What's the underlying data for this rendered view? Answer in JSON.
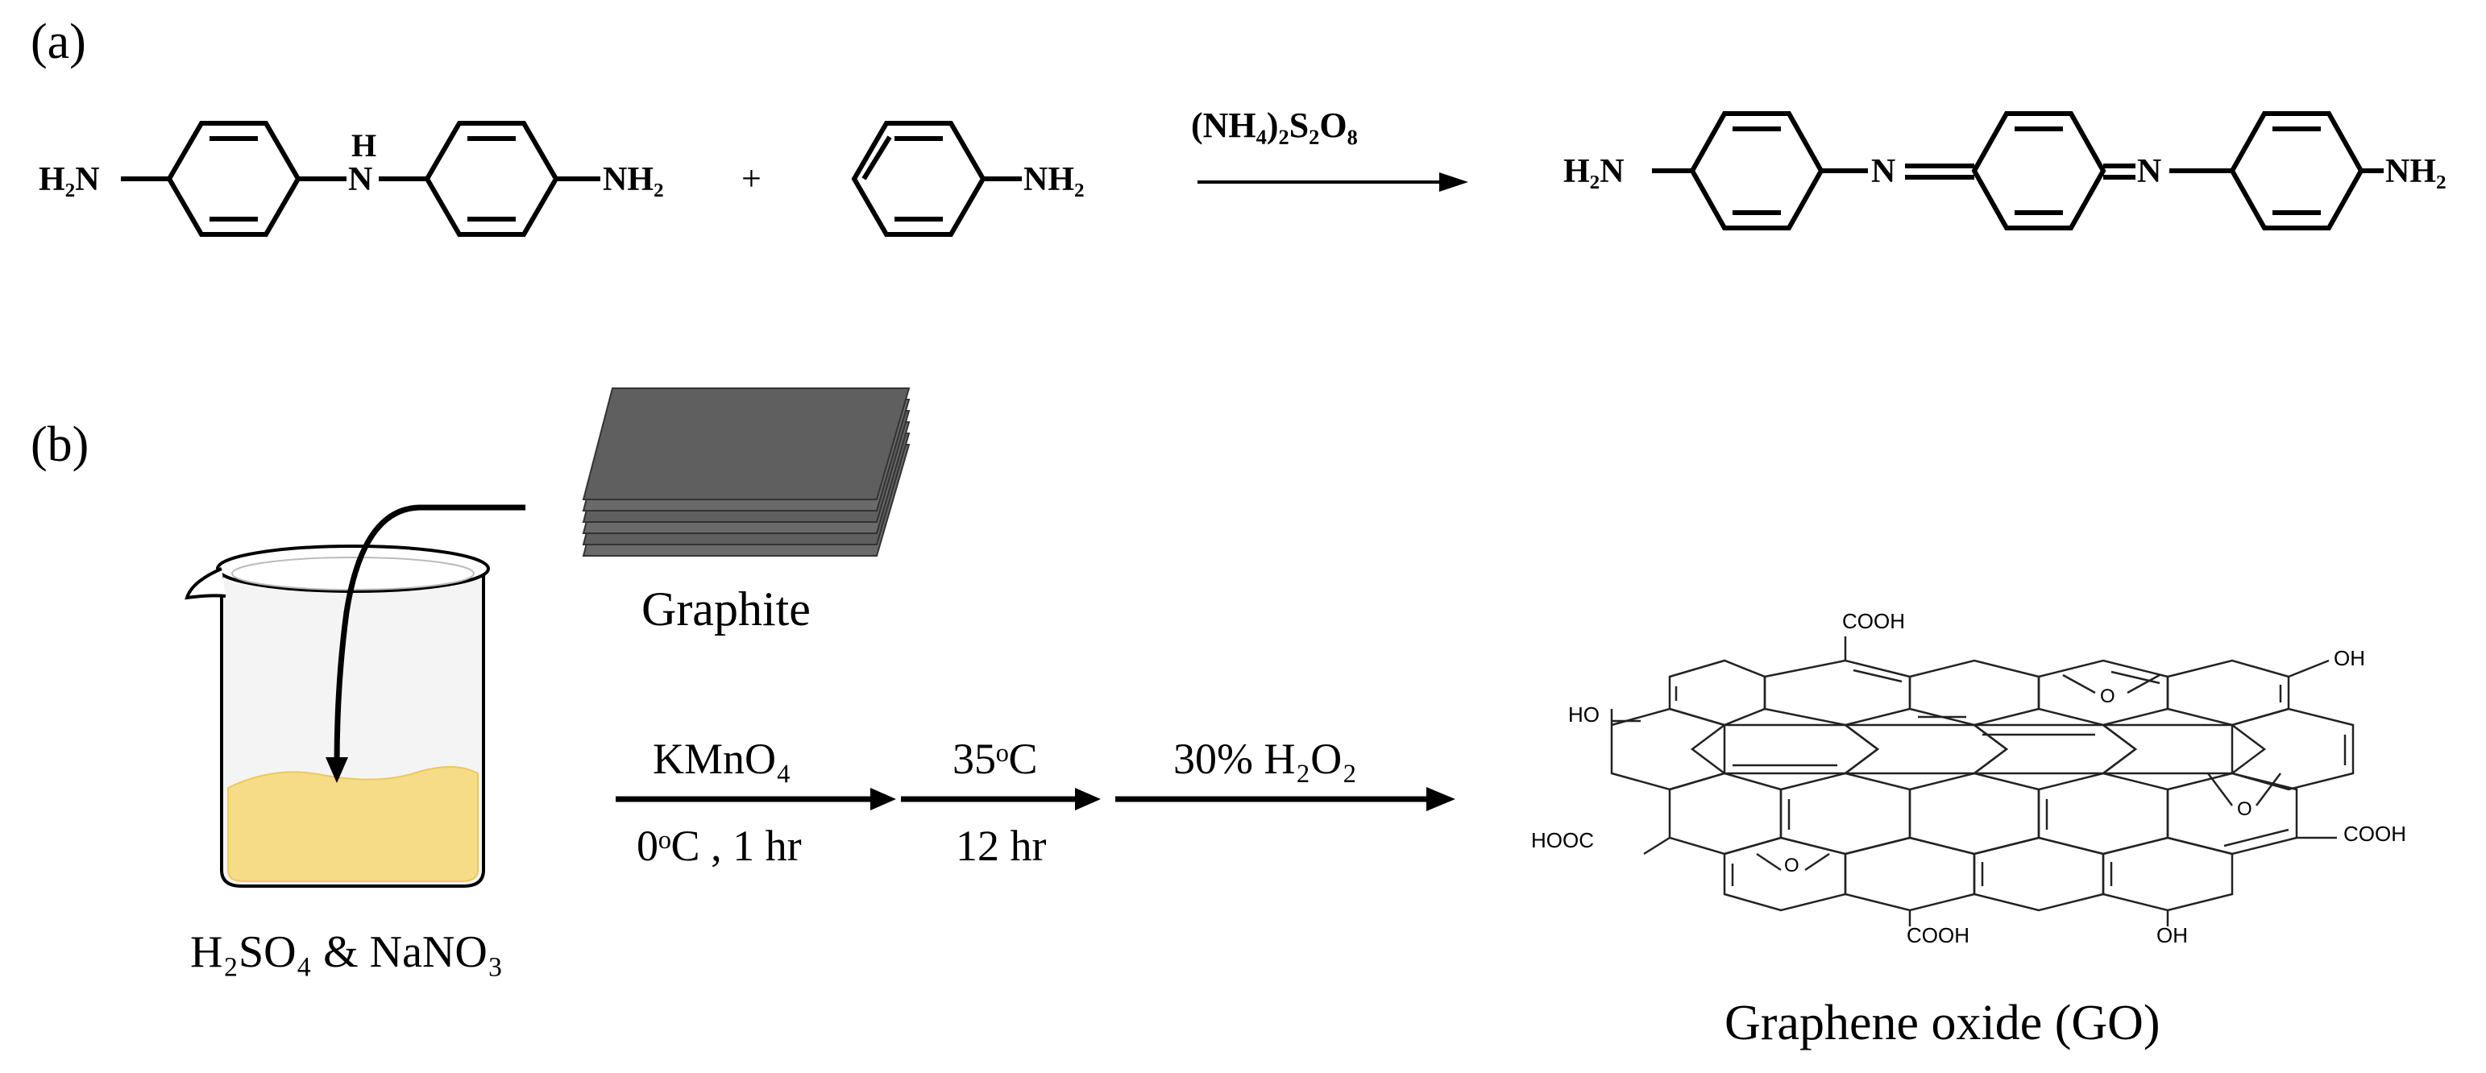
{
  "panel_a": {
    "label": "(a)",
    "reactant1": {
      "left_group": "H₂N",
      "bridge": "H",
      "bridge_atom": "N",
      "right_group": "NH₂"
    },
    "plus": "+",
    "reactant2": {
      "group": "NH₂"
    },
    "reagent": "(NH₄)₂S₂O₈",
    "product": {
      "left_group": "H₂N",
      "imine1": "N",
      "imine2": "N",
      "right_group": "NH₂"
    }
  },
  "panel_b": {
    "label": "(b)",
    "graphite_label": "Graphite",
    "beaker_label": "H₂SO₄ & NaNO₃",
    "steps": [
      {
        "top": "KMnO₄",
        "bottom": "0ᵒC , 1 hr"
      },
      {
        "top": "35ᵒC",
        "bottom": "12 hr"
      },
      {
        "top": "30% H₂O₂",
        "bottom": ""
      }
    ],
    "product_label": "Graphene oxide (GO)",
    "go_groups": {
      "cooh_top": "COOH",
      "oh_top_right": "OH",
      "ho_left": "HO",
      "epoxy_top": "O",
      "epoxy_mid_right": "O",
      "epoxy_bottom": "O",
      "hooc_left": "HOOC",
      "cooh_right": "COOH",
      "cooh_bottom": "COOH",
      "oh_bottom": "OH"
    }
  },
  "colors": {
    "ink": "#000000",
    "liquid": "#f6dc86",
    "liquid_edge": "#ecc860",
    "graphite_sheet": "#5f5f5f",
    "beaker_glass": "#f4f4f4"
  }
}
